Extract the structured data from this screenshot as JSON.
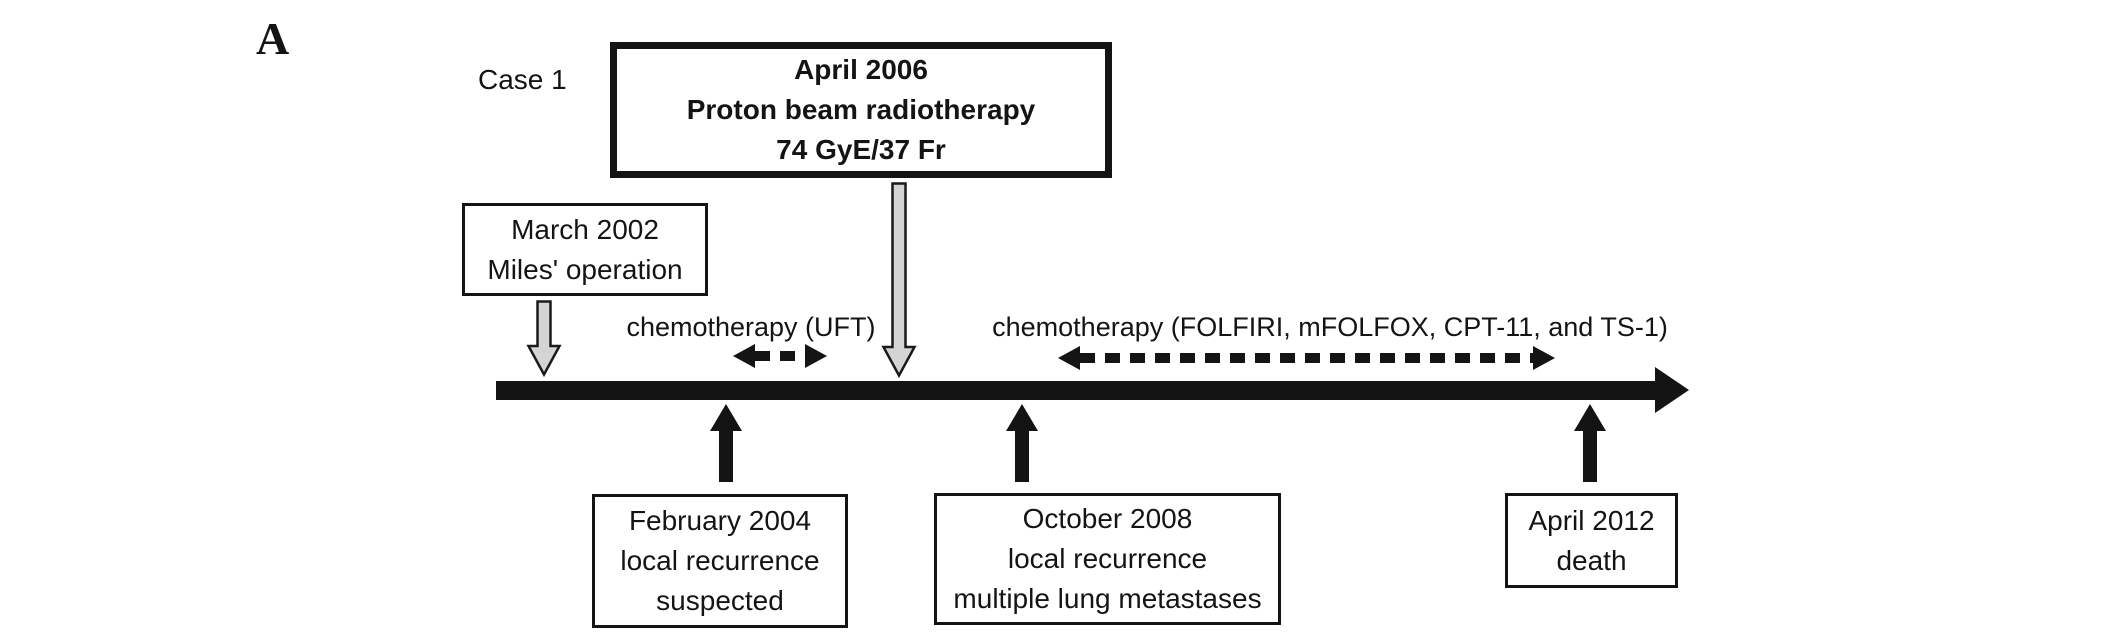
{
  "panel": {
    "label": "A"
  },
  "case": {
    "label": "Case 1"
  },
  "colors": {
    "ink": "#141414",
    "gray_arrow_fill": "#d4d4d4",
    "background": "#ffffff"
  },
  "events": {
    "surgery": {
      "lines": [
        "March 2002",
        "Miles' operation"
      ]
    },
    "radiotherapy": {
      "lines": [
        "April 2006",
        "Proton beam radiotherapy",
        "74 GyE/37 Fr"
      ]
    },
    "recurrence_2004": {
      "lines": [
        "February 2004",
        "local recurrence",
        "suspected"
      ]
    },
    "recurrence_2008": {
      "lines": [
        "October 2008",
        "local recurrence",
        "multiple lung metastases"
      ]
    },
    "death": {
      "lines": [
        "April 2012",
        "death"
      ]
    }
  },
  "chemotherapy": {
    "uft_label": "chemotherapy (UFT)",
    "combo_label": "chemotherapy (FOLFIRI, mFOLFOX, CPT-11, and TS-1)"
  }
}
